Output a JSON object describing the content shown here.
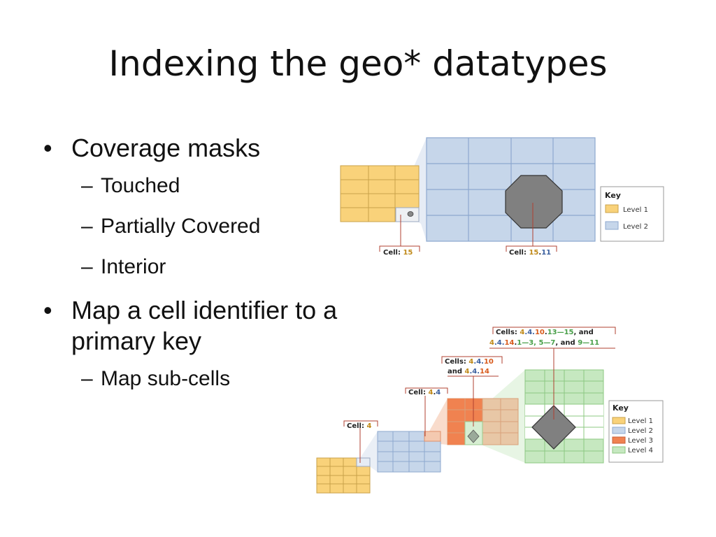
{
  "slide": {
    "title": "Indexing the geo* datatypes",
    "bullets": [
      {
        "text": "Coverage masks",
        "sub": [
          "Touched",
          "Partially Covered",
          "Interior"
        ]
      },
      {
        "text": "Map a cell identifier to a primary key",
        "sub": [
          "Map sub-cells"
        ]
      }
    ],
    "bullet_char": "•",
    "dash_char": "–"
  },
  "diagram_top": {
    "callout_cell": {
      "prefix": "Cell: ",
      "value": "15"
    },
    "callout_subcell": {
      "prefix": "Cell: ",
      "v1": "15",
      "dot": ".",
      "v2": "11"
    },
    "key": {
      "title": "Key",
      "items": [
        "Level 1",
        "Level 2"
      ]
    }
  },
  "diagram_bottom": {
    "callout_a": {
      "prefix": "Cell: ",
      "v1": "4"
    },
    "callout_b": {
      "prefix": "Cell: ",
      "v1": "4",
      "dot": ".",
      "v2": "4"
    },
    "callout_c": {
      "line1_prefix": "Cells: ",
      "l1a": "4",
      "l1b": ".4.",
      "l1c": "10",
      "line2_prefix": "and ",
      "l2a": "4",
      "l2b": ".4.",
      "l2c": "14"
    },
    "callout_d": {
      "line1_prefix": "Cells: ",
      "l1a": "4",
      "l1b": ".4.",
      "l1c": "10",
      "l1d": ".",
      "l1e": "13—15",
      "l1f": ", and",
      "line2a": "4",
      "line2b": ".4.",
      "line2c": "14",
      "line2d": ".",
      "line2e": "1—3, 5—7",
      "line2f": ", and ",
      "line2g": "9—11"
    },
    "key": {
      "title": "Key",
      "items": [
        "Level 1",
        "Level 2",
        "Level 3",
        "Level 4"
      ]
    }
  },
  "colors": {
    "level1": "#f9d27a",
    "level2": "#c6d6ea",
    "level3": "#f08250",
    "level4": "#c6e8c0",
    "num_l1": "#c08a1a",
    "num_l2": "#3a5f9e",
    "num_l3": "#d85a1c",
    "num_l4": "#4aa04a"
  }
}
